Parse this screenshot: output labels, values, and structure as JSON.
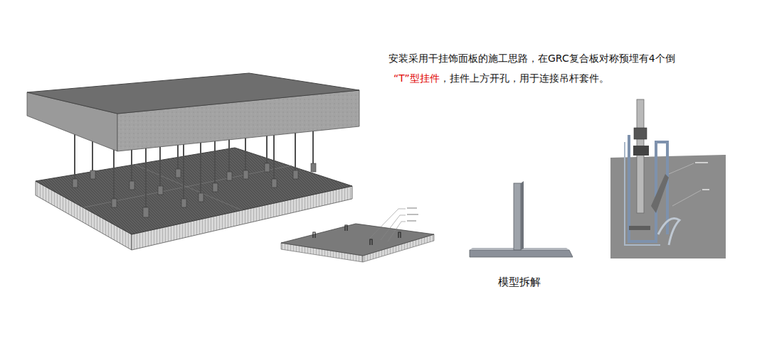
{
  "diagram": {
    "labels": [
      "安装采用干挂饰面板的施工思路，在GRC复合板对称预埋有4个倒",
      "“T”型挂件",
      "，挂件上方开孔，用于连接吊杆套件。",
      "模型拆解"
    ]
  }
}
